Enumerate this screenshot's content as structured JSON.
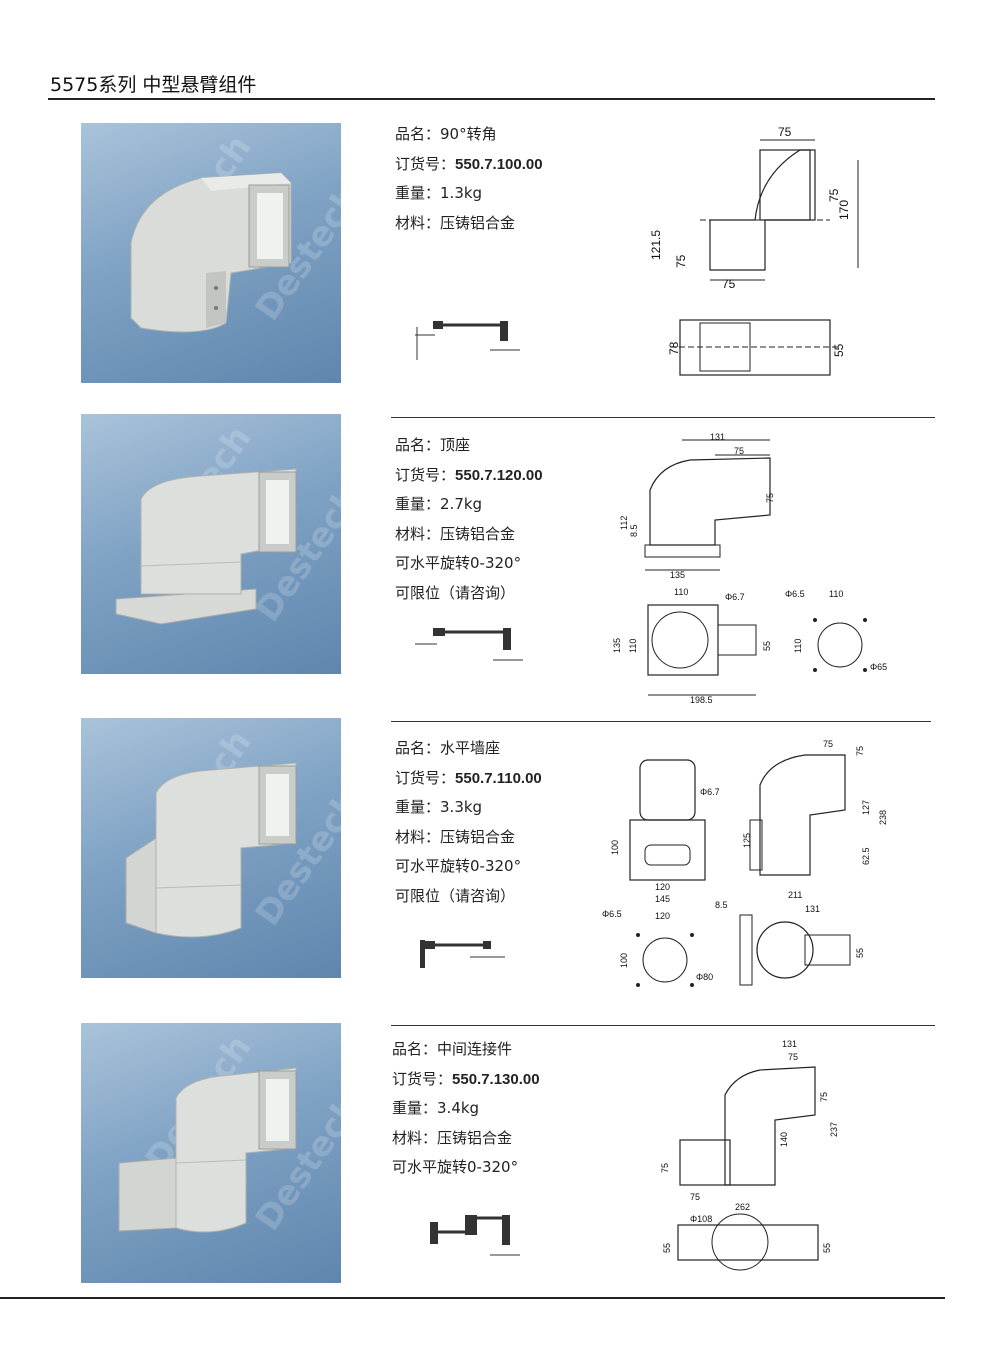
{
  "page_title": "5575系列  中型悬臂组件",
  "products": [
    {
      "name_label": "品名：",
      "name_value": "90°转角",
      "order_label": "订货号：",
      "order_value": "550.7.100.00",
      "weight_label": "重量：",
      "weight_value": "1.3kg",
      "material_label": "材料：",
      "material_value": "压铸铝合金",
      "dims": {
        "a": "75",
        "b": "75",
        "c": "170",
        "d": "121.5",
        "e": "75",
        "f": "75",
        "g": "78",
        "h": "55"
      }
    },
    {
      "name_label": "品名：",
      "name_value": "顶座",
      "order_label": "订货号：",
      "order_value": "550.7.120.00",
      "weight_label": "重量：",
      "weight_value": "2.7kg",
      "material_label": "材料：",
      "material_value": "压铸铝合金",
      "note1": "可水平旋转0-320°",
      "note2": "可限位（请咨询）",
      "dims": {
        "a": "131",
        "b": "75",
        "c": "75",
        "d": "112",
        "e": "8.5",
        "f": "135",
        "g": "110",
        "h": "Φ6.7",
        "i": "135",
        "j": "110",
        "k": "55",
        "l": "198.5",
        "m": "Φ6.5",
        "n": "110",
        "o": "110",
        "p": "Φ65"
      }
    },
    {
      "name_label": "品名：",
      "name_value": "水平墙座",
      "order_label": "订货号：",
      "order_value": "550.7.110.00",
      "weight_label": "重量：",
      "weight_value": "3.3kg",
      "material_label": "材料：",
      "material_value": "压铸铝合金",
      "note1": "可水平旋转0-320°",
      "note2": "可限位（请咨询）",
      "dims": {
        "a": "Φ6.7",
        "b": "100",
        "c": "120",
        "d": "145",
        "e": "75",
        "f": "75",
        "g": "125",
        "h": "127",
        "i": "238",
        "j": "62.5",
        "k": "8.5",
        "l": "211",
        "m": "131",
        "n": "Φ6.5",
        "o": "120",
        "p": "100",
        "q": "Φ80",
        "r": "55"
      }
    },
    {
      "name_label": "品名：",
      "name_value": "中间连接件",
      "order_label": "订货号：",
      "order_value": "550.7.130.00",
      "weight_label": "重量：",
      "weight_value": "3.4kg",
      "material_label": "材料：",
      "material_value": "压铸铝合金",
      "note1": "可水平旋转0-320°",
      "dims": {
        "a": "131",
        "b": "75",
        "c": "75",
        "d": "237",
        "e": "140",
        "f": "75",
        "g": "75",
        "h": "262",
        "i": "Φ108",
        "j": "55",
        "k": "55"
      }
    }
  ],
  "watermark": "Destech"
}
